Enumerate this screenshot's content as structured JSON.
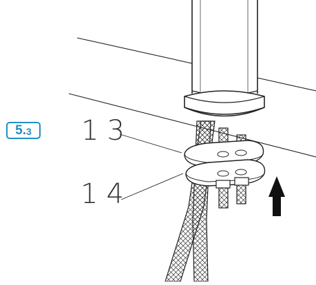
{
  "step": {
    "major": "5.",
    "minor": "3",
    "color": "#1f8fc6"
  },
  "callouts": {
    "part_13": "13",
    "part_14": "14"
  },
  "icons": {
    "direction": "up-arrow-icon",
    "hose_pattern": "braided-hose"
  }
}
